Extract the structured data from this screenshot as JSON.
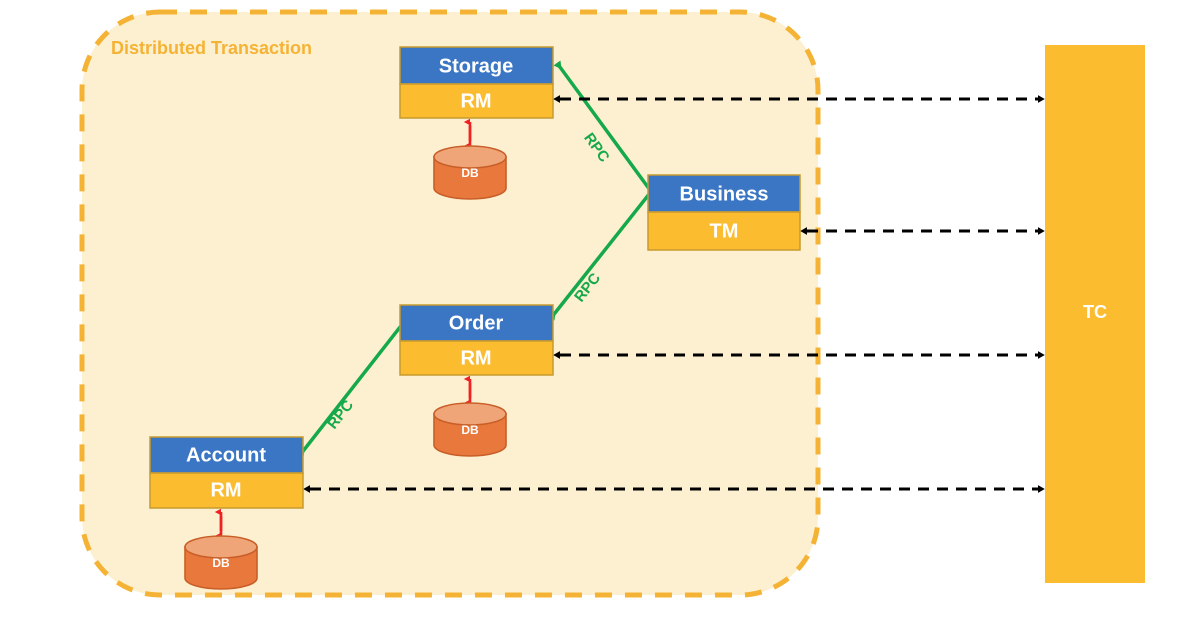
{
  "diagram": {
    "title_label": "Distributed Transaction",
    "colors": {
      "group_border": "#f5b335",
      "group_fill": "#fdf0d0",
      "node_header": "#3a76c4",
      "node_body": "#fbbc30",
      "node_border": "#c79a2e",
      "db_body": "#e8783c",
      "db_top": "#f0a578",
      "db_border": "#c85f28",
      "rpc_line": "#16a94b",
      "tc_fill": "#fbbc30",
      "dashed_arrow": "#000000",
      "db_arrow": "#ee2222",
      "label_text": "#ffffff"
    },
    "nodes": [
      {
        "id": "storage",
        "title": "Storage",
        "role": "RM",
        "has_db": true,
        "db_label": "DB"
      },
      {
        "id": "business",
        "title": "Business",
        "role": "TM",
        "has_db": false,
        "db_label": ""
      },
      {
        "id": "order",
        "title": "Order",
        "role": "RM",
        "has_db": true,
        "db_label": "DB"
      },
      {
        "id": "account",
        "title": "Account",
        "role": "RM",
        "has_db": true,
        "db_label": "DB"
      }
    ],
    "coordinator": {
      "label": "TC"
    },
    "rpc_links": [
      {
        "from": "business",
        "to": "storage",
        "label": "RPC"
      },
      {
        "from": "business",
        "to": "order",
        "label": "RPC"
      },
      {
        "from": "order",
        "to": "account",
        "label": "RPC"
      }
    ],
    "tc_links": [
      {
        "node": "storage",
        "style": "dashed",
        "bidirectional": true
      },
      {
        "node": "business",
        "style": "dashed",
        "bidirectional": true
      },
      {
        "node": "order",
        "style": "dashed",
        "bidirectional": true
      },
      {
        "node": "account",
        "style": "dashed",
        "bidirectional": true
      }
    ]
  }
}
